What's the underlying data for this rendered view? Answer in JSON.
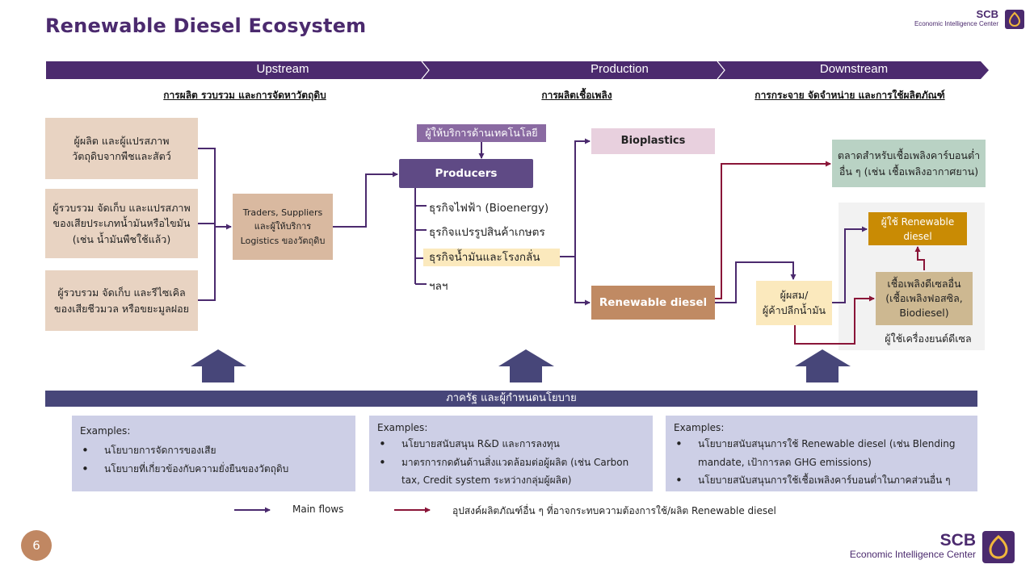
{
  "title": "Renewable Diesel Ecosystem",
  "brand": {
    "name": "SCB",
    "unit": "Economic Intelligence Center"
  },
  "stages": [
    {
      "label": "Upstream",
      "subtitle": "การผลิต รวบรวม และการจัดหาวัตถุดิบ"
    },
    {
      "label": "Production",
      "subtitle": "การผลิตเชื้อเพลิง"
    },
    {
      "label": "Downstream",
      "subtitle": "การกระจาย จัดจำหน่าย และการใช้ผลิตภัณฑ์"
    }
  ],
  "upstream": {
    "sources": [
      {
        "line1": "ผู้ผลิต และผู้แปรสภาพ",
        "line2": "วัตถุดิบจากพืชและสัตว์",
        "line3": ""
      },
      {
        "line1": "ผู้รวบรวม จัดเก็บ และแปรสภาพ",
        "line2": "ของเสียประเภทน้ำมันหรือไขมัน",
        "line3": "(เช่น น้ำมันพืชใช้แล้ว)"
      },
      {
        "line1": "ผู้รวบรวม จัดเก็บ และรีไซเคิล",
        "line2": "ของเสียชีวมวล หรือขยะมูลฝอย",
        "line3": ""
      }
    ],
    "traders": {
      "line1": "Traders, Suppliers",
      "line2": "และผู้ให้บริการ",
      "line3": "Logistics ของวัตถุดิบ"
    }
  },
  "production": {
    "tech_provider": "ผู้ให้บริการด้านเทคโนโลยี",
    "producers": "Producers",
    "businesses": [
      "ธุรกิจไฟฟ้า (Bioenergy)",
      "ธุรกิจแปรรูปสินค้าเกษตร",
      "ธุรกิจน้ำมันและโรงกลั่น",
      "ฯลฯ"
    ],
    "bioplastics": "Bioplastics",
    "renewable_diesel": "Renewable diesel"
  },
  "downstream": {
    "low_carbon_market": {
      "line1": "ตลาดสำหรับเชื้อเพลิงคาร์บอนต่ำ",
      "line2": "อื่น ๆ (เช่น เชื้อเพลิงอากาศยาน)"
    },
    "blender": {
      "line1": "ผู้ผสม/",
      "line2": "ผู้ค้าปลีกน้ำมัน"
    },
    "rd_user": {
      "line1": "ผู้ใช้ Renewable",
      "line2": "diesel"
    },
    "other_diesel": {
      "line1": "เชื้อเพลิงดีเซลอื่น",
      "line2": "(เชื้อเพลิงฟอสซิล,",
      "line3": "Biodiesel)"
    },
    "diesel_engine_users": "ผู้ใช้เครื่องยนต์ดีเซล"
  },
  "policy": {
    "bar_label": "ภาครัฐ และผู้กำหนดนโยบาย",
    "panels": [
      {
        "heading": "Examples:",
        "items": [
          "นโยบายการจัดการของเสีย",
          "นโยบายที่เกี่ยวข้องกับความยั่งยืนของวัตถุดิบ"
        ]
      },
      {
        "heading": "Examples:",
        "items": [
          "นโยบายสนับสนุน R&D และการลงทุน",
          "มาตรการกดดันด้านสิ่งแวดล้อมต่อผู้ผลิต (เช่น Carbon tax, Credit system ระหว่างกลุ่มผู้ผลิต)"
        ]
      },
      {
        "heading": "Examples:",
        "items": [
          "นโยบายสนับสนุนการใช้ Renewable diesel (เช่น Blending mandate, เป้าการลด GHG emissions)",
          "นโยบายสนับสนุนการใช้เชื้อเพลิงคาร์บอนต่ำในภาคส่วนอื่น ๆ"
        ]
      }
    ]
  },
  "legend": {
    "main": "Main flows",
    "other": "อุปสงค์ผลิตภัณฑ์อื่น ๆ ที่อาจกระทบความต้องการใช้/ผลิต Renewable diesel"
  },
  "page_number": "6",
  "colors": {
    "purple_dark": "#4b2a6e",
    "producers": "#5f4a85",
    "source_fill": "#e8d3c2",
    "traders_fill": "#d9b9a0",
    "bioplastics_fill": "#e8d0de",
    "renewable_fill": "#c08a63",
    "market_fill": "#b9d2c4",
    "blender_fill": "#fbe9bd",
    "rd_user_fill": "#c98b04",
    "other_diesel_fill": "#cdb891",
    "policy_bar": "#474679",
    "panel_fill": "#cdcfe6",
    "other_flow": "#8a1538"
  }
}
